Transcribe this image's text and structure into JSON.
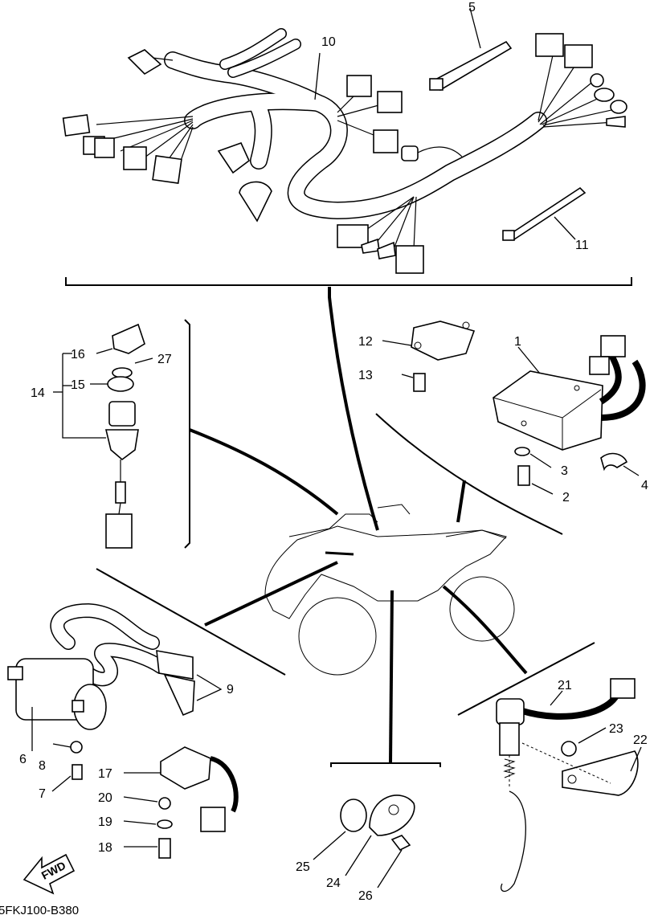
{
  "diagram": {
    "parts": [
      {
        "id": "1",
        "label": "1"
      },
      {
        "id": "2",
        "label": "2"
      },
      {
        "id": "3",
        "label": "3"
      },
      {
        "id": "4",
        "label": "4"
      },
      {
        "id": "5",
        "label": "5"
      },
      {
        "id": "6",
        "label": "6"
      },
      {
        "id": "7",
        "label": "7"
      },
      {
        "id": "8",
        "label": "8"
      },
      {
        "id": "9",
        "label": "9"
      },
      {
        "id": "10",
        "label": "10"
      },
      {
        "id": "11",
        "label": "11"
      },
      {
        "id": "12",
        "label": "12"
      },
      {
        "id": "13",
        "label": "13"
      },
      {
        "id": "14",
        "label": "14"
      },
      {
        "id": "15",
        "label": "15"
      },
      {
        "id": "16",
        "label": "16"
      },
      {
        "id": "17",
        "label": "17"
      },
      {
        "id": "18",
        "label": "18"
      },
      {
        "id": "19",
        "label": "19"
      },
      {
        "id": "20",
        "label": "20"
      },
      {
        "id": "21",
        "label": "21"
      },
      {
        "id": "22",
        "label": "22"
      },
      {
        "id": "23",
        "label": "23"
      },
      {
        "id": "24",
        "label": "24"
      },
      {
        "id": "25",
        "label": "25"
      },
      {
        "id": "26",
        "label": "26"
      },
      {
        "id": "27",
        "label": "27"
      }
    ],
    "direction_label": "FWD",
    "drawing_code": "5FKJ100-B380"
  }
}
